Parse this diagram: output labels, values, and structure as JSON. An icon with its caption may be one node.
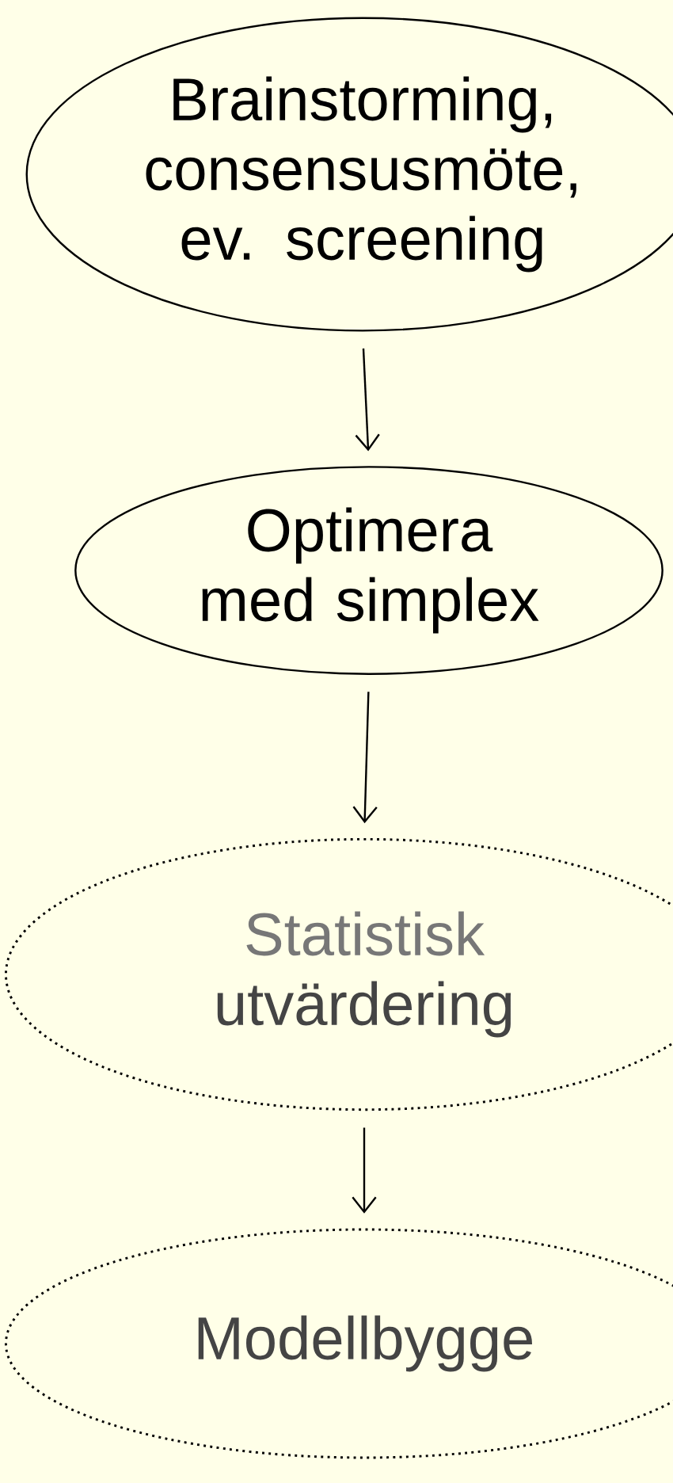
{
  "diagram": {
    "nodes": [
      {
        "text": [
          "Brainstorming, consensusmöte, ev. screening"
        ]
      },
      {
        "text": [
          "Optimera med simplex"
        ]
      },
      {
        "text": [
          "Statistisk",
          "utvärdering"
        ]
      },
      {
        "text": [
          "Modellbygge"
        ]
      }
    ],
    "edges": [
      {
        "from": 0,
        "to": 1,
        "arrow": "to"
      },
      {
        "from": 1,
        "to": 2,
        "arrow": "to"
      },
      {
        "from": 2,
        "to": 3,
        "arrow": "to"
      }
    ]
  }
}
